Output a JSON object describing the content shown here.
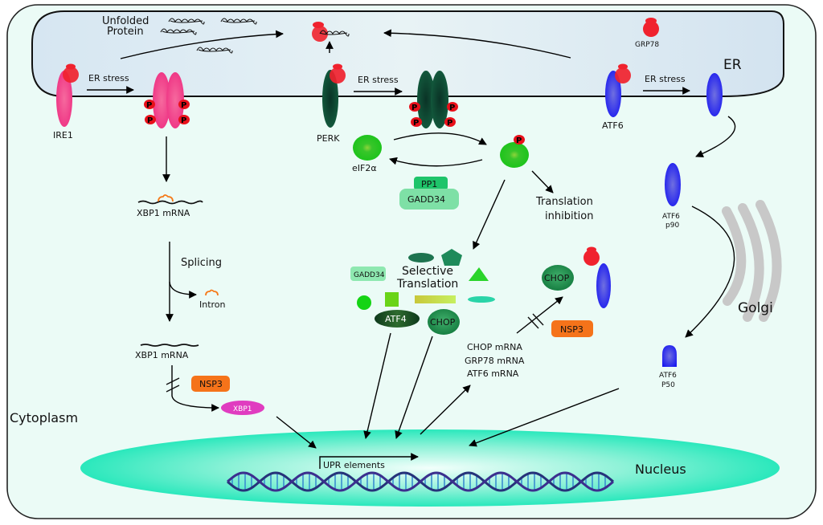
{
  "compartments": {
    "er": "ER",
    "cytoplasm": "Cytoplasm",
    "nucleus": "Nucleus",
    "golgi": "Golgi"
  },
  "er_lumen": {
    "unfolded_protein_line1": "Unfolded",
    "unfolded_protein_line2": "Protein",
    "grp78": "GRP78"
  },
  "ire1_branch": {
    "sensor": "IRE1",
    "stress": "ER stress",
    "phospho": "P",
    "xbp1_mrna_unspliced": "XBP1 mRNA",
    "splicing": "Splicing",
    "intron": "Intron",
    "xbp1_mrna_spliced": "XBP1 mRNA",
    "nsp3": "NSP3",
    "xbp1": "XBP1"
  },
  "perk_branch": {
    "sensor": "PERK",
    "stress": "ER stress",
    "phospho": "P",
    "eif2a": "eIF2α",
    "pp1": "PP1",
    "gadd34": "GADD34",
    "translation_inhibition_line1": "Translation",
    "translation_inhibition_line2": "inhibition",
    "selective_line1": "Selective",
    "selective_line2": "Translation",
    "gadd34_small": "GADD34",
    "atf4": "ATF4",
    "chop": "CHOP"
  },
  "atf6_branch": {
    "sensor": "ATF6",
    "stress": "ER stress",
    "p90_line1": "ATF6",
    "p90_line2": "p90",
    "p50_line1": "ATF6",
    "p50_line2": "P50"
  },
  "targets": {
    "chop_mrna": "CHOP mRNA",
    "grp78_mrna": "GRP78 mRNA",
    "atf6_mrna": "ATF6 mRNA",
    "chop": "CHOP",
    "nsp3": "NSP3"
  },
  "nucleus": {
    "upr_elements": "UPR elements"
  },
  "colors": {
    "cytoplasm_bg": "#ebfbf6",
    "er_bg": "#dce9f2",
    "ire1": "#f0408a",
    "perk": "#0f5a3c",
    "atf6": "#2a2ae8",
    "grp78": "#f0222e",
    "phospho": "#e8101a",
    "eif2a": "#22c422",
    "nsp3": "#f5731a",
    "xbp1": "#e03cc0",
    "nucleus": "#2ee8bc"
  }
}
